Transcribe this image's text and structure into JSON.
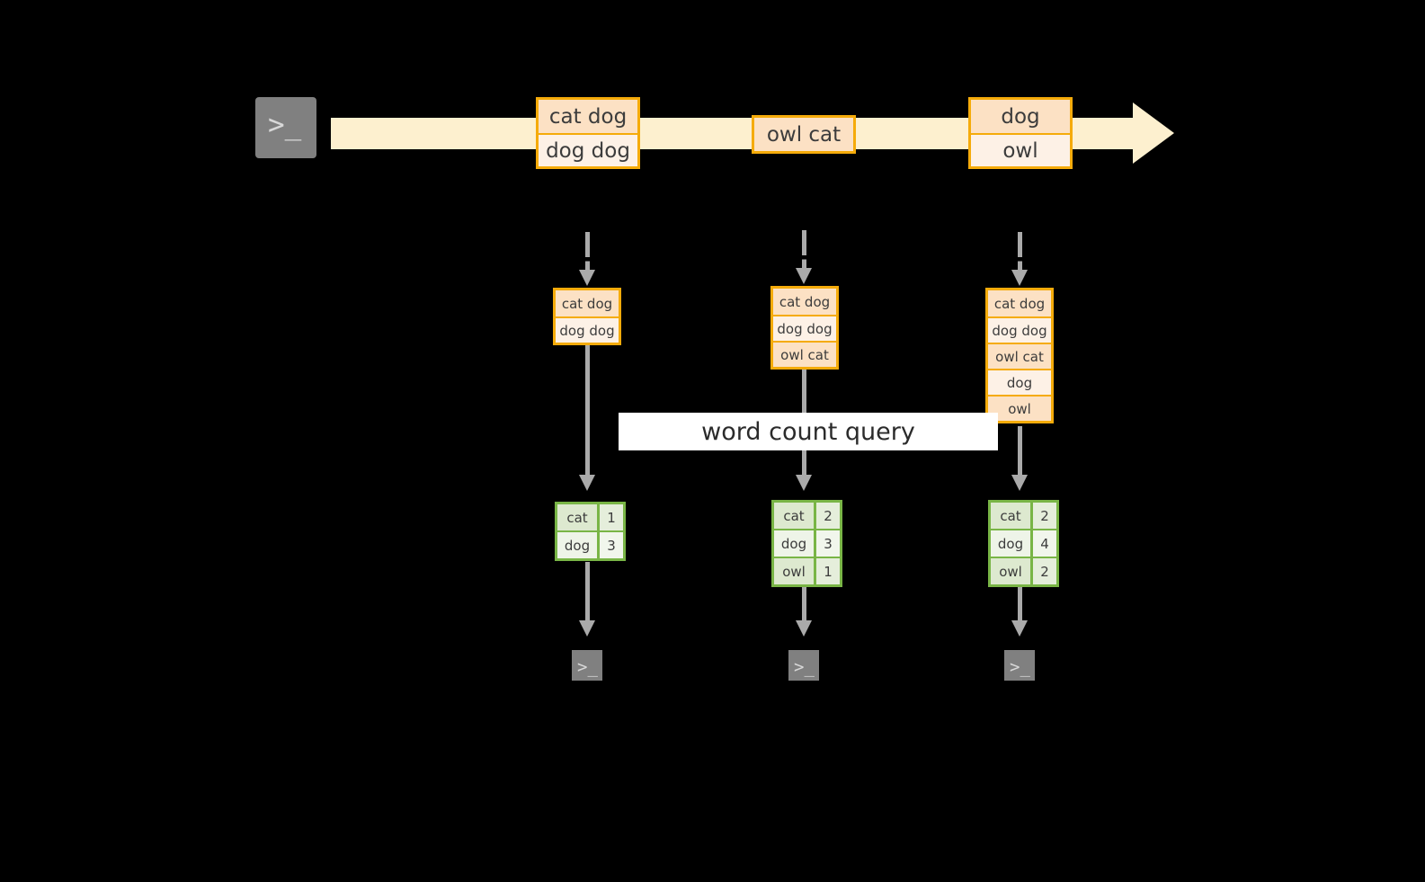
{
  "diagram": {
    "title": "stream word count query diagram",
    "colors": {
      "background": "#000000",
      "stream_band": "#fdf0cf",
      "record_border": "#f5ab0a",
      "record_fill_dark": "#fce1c4",
      "record_fill_light": "#fdf1e6",
      "result_border": "#79b546",
      "result_fill_dark": "#dde9cf",
      "result_fill_light": "#eef4e8",
      "arrow": "#aaaaaa",
      "terminal_fill": "#808080",
      "label_band": "#ffffff"
    }
  },
  "source": {
    "icon": "terminal-icon",
    "glyph": ">_"
  },
  "stream": {
    "direction": "left-to-right",
    "groups": [
      {
        "name": "stream-group-1",
        "records": [
          {
            "text": "cat dog",
            "shade": "shade-a"
          },
          {
            "text": "dog dog",
            "shade": "shade-b"
          }
        ]
      },
      {
        "name": "stream-group-2",
        "records": [
          {
            "text": "owl cat",
            "shade": "shade-a"
          }
        ]
      },
      {
        "name": "stream-group-3",
        "records": [
          {
            "text": "dog",
            "shade": "shade-a"
          },
          {
            "text": "owl",
            "shade": "shade-b"
          }
        ]
      }
    ]
  },
  "accumulated": [
    {
      "name": "accumulated-state-1",
      "records": [
        {
          "text": "cat dog",
          "shade": "shade-a"
        },
        {
          "text": "dog dog",
          "shade": "shade-b"
        }
      ]
    },
    {
      "name": "accumulated-state-2",
      "records": [
        {
          "text": "cat dog",
          "shade": "shade-a"
        },
        {
          "text": "dog dog",
          "shade": "shade-b"
        },
        {
          "text": "owl cat",
          "shade": "shade-a"
        }
      ]
    },
    {
      "name": "accumulated-state-3",
      "records": [
        {
          "text": "cat dog",
          "shade": "shade-a"
        },
        {
          "text": "dog dog",
          "shade": "shade-b"
        },
        {
          "text": "owl cat",
          "shade": "shade-a"
        },
        {
          "text": "dog",
          "shade": "shade-b"
        },
        {
          "text": "owl",
          "shade": "shade-a"
        }
      ]
    }
  ],
  "query": {
    "label": "word count query"
  },
  "results": [
    {
      "name": "result-table-1",
      "rows": [
        {
          "word": "cat",
          "count": "1",
          "shade": "shade-a"
        },
        {
          "word": "dog",
          "count": "3",
          "shade": "shade-b"
        }
      ]
    },
    {
      "name": "result-table-2",
      "rows": [
        {
          "word": "cat",
          "count": "2",
          "shade": "shade-a"
        },
        {
          "word": "dog",
          "count": "3",
          "shade": "shade-b"
        },
        {
          "word": "owl",
          "count": "1",
          "shade": "shade-a"
        }
      ]
    },
    {
      "name": "result-table-3",
      "rows": [
        {
          "word": "cat",
          "count": "2",
          "shade": "shade-a"
        },
        {
          "word": "dog",
          "count": "4",
          "shade": "shade-b"
        },
        {
          "word": "owl",
          "count": "2",
          "shade": "shade-a"
        }
      ]
    }
  ],
  "sinks": [
    {
      "name": "sink-terminal-1",
      "glyph": ">_"
    },
    {
      "name": "sink-terminal-2",
      "glyph": ">_"
    },
    {
      "name": "sink-terminal-3",
      "glyph": ">_"
    }
  ]
}
